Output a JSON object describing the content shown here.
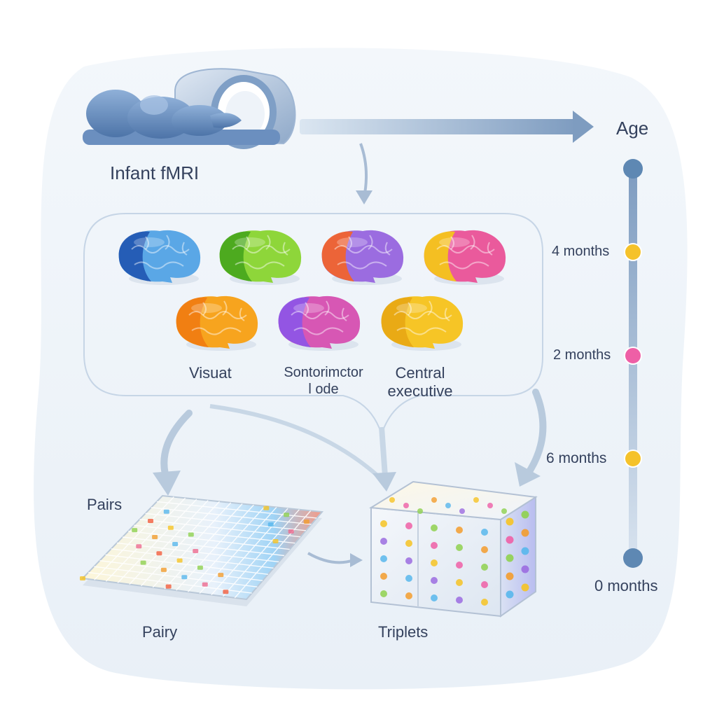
{
  "title": {
    "infant": "Infant fMRI",
    "age": "Age"
  },
  "networks": {
    "label_visual": "Visuat",
    "label_sensorimotor_line1": "Sontorimctor",
    "label_sensorimotor_line2": "l  ode",
    "label_central_line1": "Central",
    "label_central_line2": "executive",
    "brain_colors_row1": [
      [
        "#5aa7e6",
        "#2358b3"
      ],
      [
        "#8ed63a",
        "#4aa81d"
      ],
      [
        "#9b6ce0",
        "#f0642e"
      ],
      [
        "#ea5a9c",
        "#f4c51b"
      ]
    ],
    "brain_colors_row2": [
      [
        "#f7a41e",
        "#f07d12"
      ],
      [
        "#d757b4",
        "#8f55e6"
      ],
      [
        "#f6c526",
        "#e8a914"
      ]
    ]
  },
  "lower": {
    "pairs_top": "Pairs",
    "pairs_bottom": "Pairy",
    "triplets": "Triplets"
  },
  "timeline": {
    "ticks": [
      {
        "label": "4 months",
        "color": "#f5c22a"
      },
      {
        "label": "2 months",
        "color": "#ee5fa6"
      },
      {
        "label": "6 months",
        "color": "#f5c22a"
      },
      {
        "label": "0 months",
        "color": "#5e88b3"
      }
    ],
    "end_color": "#5e88b3"
  },
  "colors": {
    "accent": "#8aa9c9",
    "text": "#34415d",
    "background_blob": "#eef3f9"
  }
}
